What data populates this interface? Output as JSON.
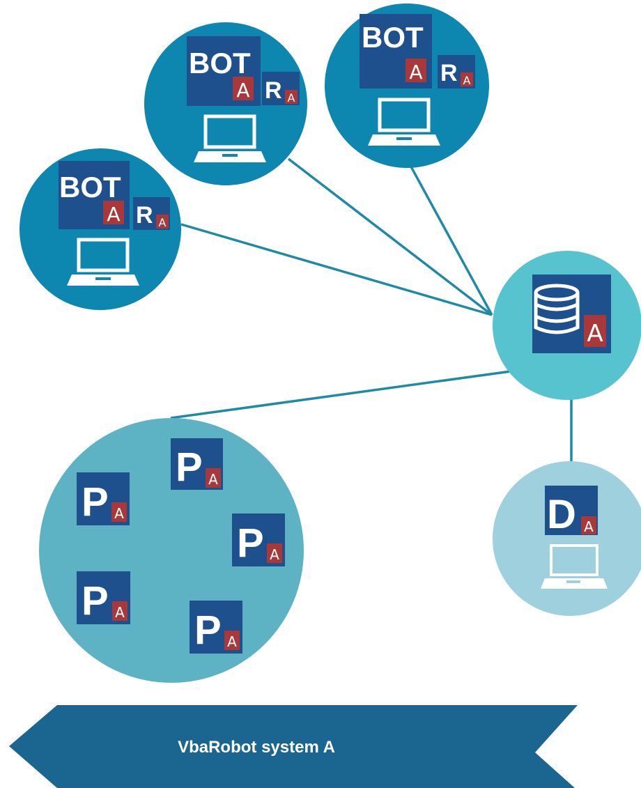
{
  "banner": {
    "label": "VbaRobot system A"
  },
  "bot_node": {
    "bot_label": "BOT",
    "system_letter": "A",
    "role_letter": "R",
    "role_sub": "A"
  },
  "db_node": {
    "system_letter": "A"
  },
  "dev_node": {
    "letter": "D",
    "sub": "A"
  },
  "process_node": {
    "letter": "P",
    "sub": "A"
  },
  "colors": {
    "bot_circle": "#0d86b0",
    "db_circle": "#56c3cf",
    "process_circle": "#5db3c4",
    "dev_circle": "#9ed1dd",
    "tile": "#1f508e",
    "badge": "#a8383a",
    "link": "#1e8aa6",
    "banner": "#1b6690"
  }
}
